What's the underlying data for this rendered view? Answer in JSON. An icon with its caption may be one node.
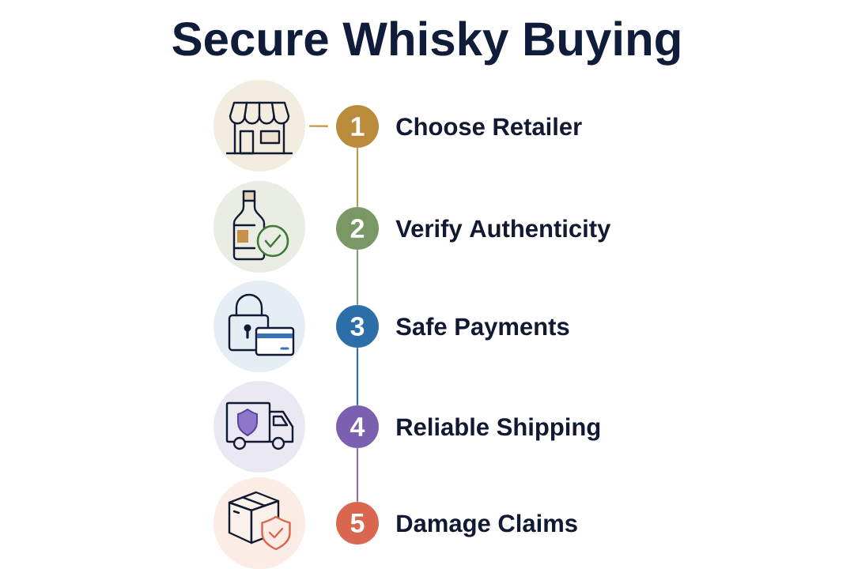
{
  "diagram": {
    "title": "Secure Whisky Buying",
    "nodes": [
      {
        "text": [],
        "shape": "picture"
      },
      {
        "text": [
          "1"
        ],
        "beside": [
          "Choose Retailer"
        ]
      },
      {
        "text": [],
        "shape": "picture"
      },
      {
        "text": [
          "2"
        ],
        "beside": [
          "Verify Authenticity"
        ]
      },
      {
        "text": [],
        "shape": "picture"
      },
      {
        "text": [
          "3"
        ],
        "beside": [
          "Safe Payments"
        ]
      },
      {
        "text": [],
        "shape": "picture"
      },
      {
        "text": [
          "4"
        ],
        "beside": [
          "Reliable Shipping"
        ]
      },
      {
        "text": [],
        "shape": "picture"
      },
      {
        "text": [
          "5"
        ],
        "beside": [
          "Damage Claims"
        ]
      }
    ],
    "edges": [
      {
        "from": 0,
        "to": 1,
        "arrow": "none",
        "color": "#c0913a"
      },
      {
        "from": 1,
        "to": 3,
        "arrow": "none",
        "color": "#b39a52"
      },
      {
        "from": 3,
        "to": 5,
        "arrow": "none",
        "color": "#7d9a80"
      },
      {
        "from": 5,
        "to": 7,
        "arrow": "none",
        "color": "#2f6ea8"
      },
      {
        "from": 7,
        "to": 9,
        "arrow": "none",
        "color": "#8c6fa6"
      }
    ]
  }
}
